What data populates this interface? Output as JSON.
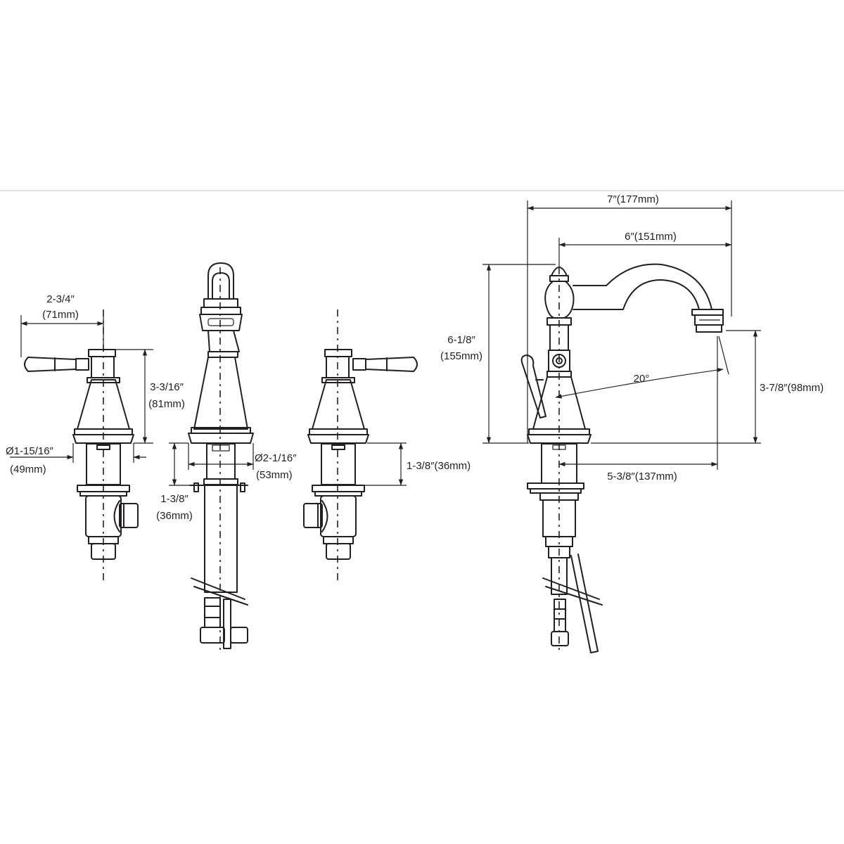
{
  "dimensions": {
    "handle_width_in": "2-3/4″",
    "handle_width_mm": "(71mm)",
    "handle_height_in": "3-3/16″",
    "handle_height_mm": "(81mm)",
    "handle_base_dia_in": "Ø1-15/16″",
    "handle_base_dia_mm": "(49mm)",
    "spout_base_dia_in": "Ø2-1/16″",
    "spout_base_dia_mm": "(53mm)",
    "spout_shank_in": "1-3/8″",
    "spout_shank_mm": "(36mm)",
    "right_shank": "1-3/8″(36mm)",
    "overall_reach": "7″(177mm)",
    "spout_reach": "6″(151mm)",
    "spout_height_in": "6-1/8″",
    "spout_height_mm": "(155mm)",
    "outlet_height": "3-7/8″(98mm)",
    "outlet_reach": "5-3/8″(137mm)",
    "handle_angle": "20°"
  }
}
